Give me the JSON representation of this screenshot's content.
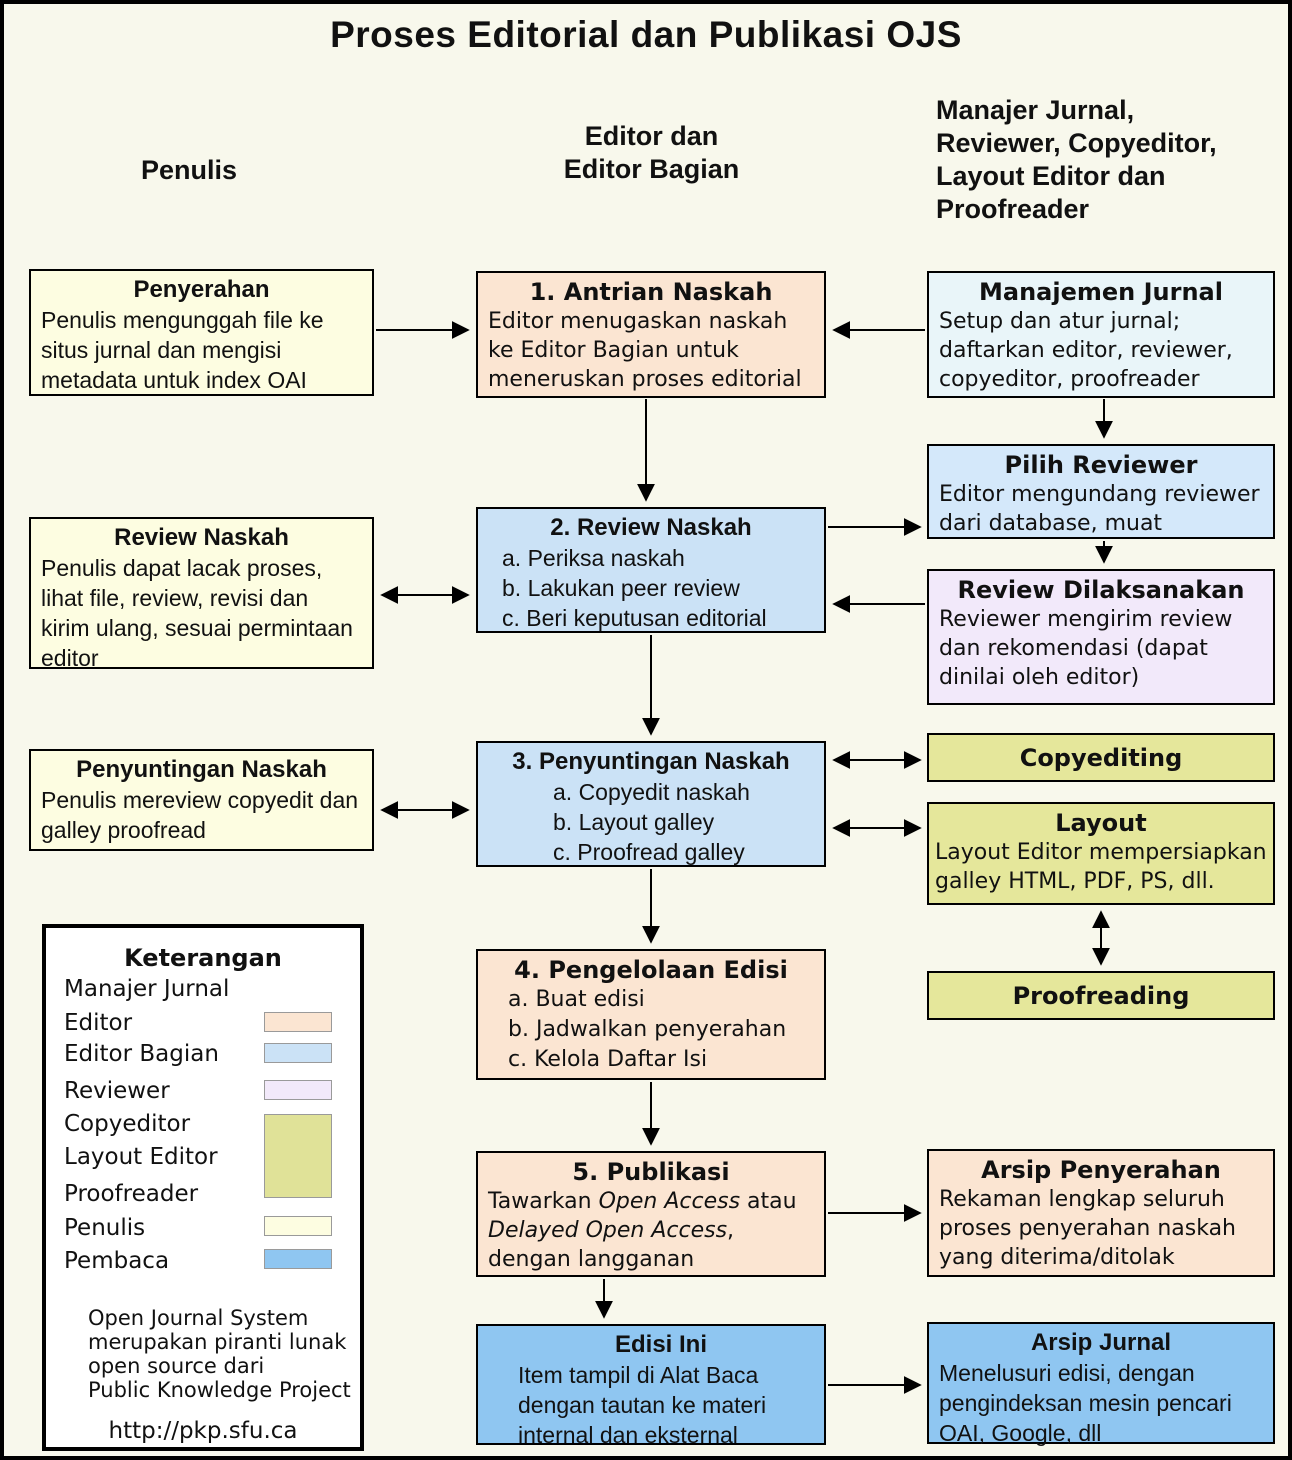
{
  "title": "Proses Editorial dan Publikasi OJS",
  "column_headers": {
    "penulis": "Penulis",
    "editor_line1": "Editor dan",
    "editor_line2": "Editor Bagian",
    "manajer_line1": "Manajer Jurnal,",
    "manajer_line2": "Reviewer, Copyeditor,",
    "manajer_line3": "Layout Editor dan",
    "manajer_line4": "Proofreader"
  },
  "colors": {
    "background": "#F8F8EC",
    "editor": "#FBE5D2",
    "editor_bagian": "#CBE2F6",
    "manajer_jurnal": "#E9F5F9",
    "pilih_reviewer": "#D4E8FA",
    "reviewer": "#F2E9FA",
    "copyeditor_layout_proofreader": "#E5E79B",
    "penulis": "#FDFDE1",
    "pembaca": "#8FC6F1",
    "legend_swatch_olive": "#E0E298",
    "border": "#000000"
  },
  "boxes": {
    "penyerahan": {
      "title": "Penyerahan",
      "body": "Penulis mengunggah file ke situs jurnal dan mengisi metadata untuk index OAI"
    },
    "antrian": {
      "title": "1. Antrian Naskah",
      "body": "Editor menugaskan naskah ke Editor Bagian untuk meneruskan proses editorial"
    },
    "manajemen_jurnal": {
      "title": "Manajemen Jurnal",
      "body": "Setup dan atur jurnal; daftarkan editor, reviewer, copyeditor, proofreader"
    },
    "review_naskah_penulis": {
      "title": "Review Naskah",
      "body": "Penulis dapat lacak proses, lihat file, review, revisi dan kirim ulang, sesuai permintaan editor"
    },
    "review_naskah": {
      "title": "2. Review Naskah",
      "items": [
        "a. Periksa naskah",
        "b. Lakukan peer review",
        "c. Beri keputusan editorial"
      ]
    },
    "pilih_reviewer": {
      "title": "Pilih Reviewer",
      "body": "Editor mengundang reviewer dari database, muat"
    },
    "review_dilaksanakan": {
      "title": "Review Dilaksanakan",
      "body": "Reviewer mengirim review dan rekomendasi (dapat dinilai oleh editor)"
    },
    "penyuntingan_penulis": {
      "title": "Penyuntingan Naskah",
      "body": "Penulis mereview copyedit dan galley proofread"
    },
    "penyuntingan": {
      "title": "3. Penyuntingan Naskah",
      "items": [
        "a. Copyedit naskah",
        "b. Layout galley",
        "c. Proofread galley"
      ]
    },
    "copyediting": {
      "title": "Copyediting"
    },
    "layout": {
      "title": "Layout",
      "body": "Layout Editor mempersiapkan galley HTML, PDF, PS, dll."
    },
    "proofreading": {
      "title": "Proofreading"
    },
    "pengelolaan": {
      "title": "4. Pengelolaan Edisi",
      "items": [
        "a. Buat edisi",
        "b. Jadwalkan penyerahan",
        "c. Kelola Daftar Isi"
      ]
    },
    "publikasi": {
      "title": "5. Publikasi",
      "b1": "Tawarkan ",
      "b2": "Open Access",
      "b3": " atau ",
      "b4": "Delayed Open Access",
      "b5": ", dengan langganan"
    },
    "arsip_penyerahan": {
      "title": "Arsip Penyerahan",
      "body": "Rekaman lengkap seluruh proses penyerahan naskah yang diterima/ditolak"
    },
    "edisi_ini": {
      "title": "Edisi Ini",
      "body": "Item tampil di Alat Baca dengan tautan ke materi internal dan eksternal"
    },
    "arsip_jurnal": {
      "title": "Arsip Jurnal",
      "body": "Menelusuri edisi, dengan pengindeksan mesin pencari OAI, Google, dll"
    }
  },
  "legend": {
    "title": "Keterangan",
    "items": [
      {
        "label": "Manajer Jurnal",
        "color": null
      },
      {
        "label": "Editor",
        "color": "#FBE5D2"
      },
      {
        "label": "Editor Bagian",
        "color": "#CBE2F6"
      },
      {
        "label": "Reviewer",
        "color": "#F2E9FA"
      },
      {
        "label": "Copyeditor",
        "color": "#E0E298"
      },
      {
        "label": "Layout Editor",
        "color": "#E0E298"
      },
      {
        "label": "Proofreader",
        "color": "#E0E298"
      },
      {
        "label": "Penulis",
        "color": "#FDFDE1"
      },
      {
        "label": "Pembaca",
        "color": "#8FC6F1"
      }
    ],
    "note_line1": "Open Journal System",
    "note_line2": "merupakan piranti lunak",
    "note_line3": "open source dari",
    "note_line4": "Public Knowledge Project",
    "url": "http://pkp.sfu.ca"
  }
}
